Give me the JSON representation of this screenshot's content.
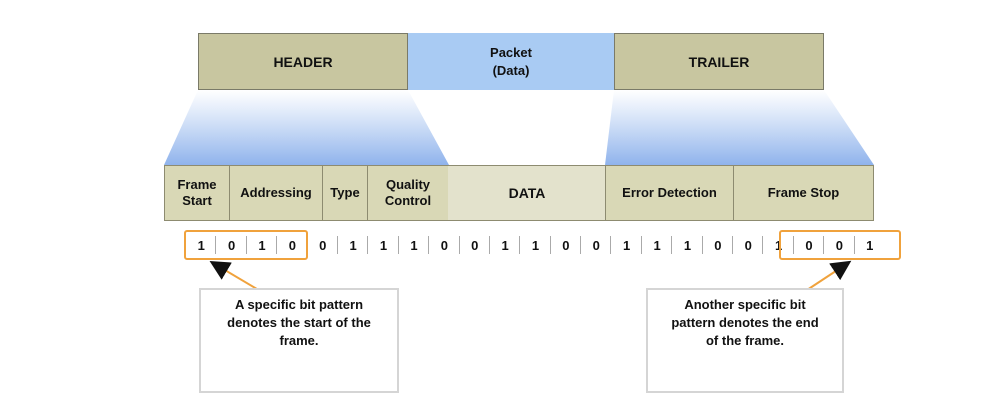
{
  "top_row": {
    "header": "HEADER",
    "packet": "Packet\n(Data)",
    "trailer": "TRAILER"
  },
  "fields": {
    "frame_start": "Frame\nStart",
    "addressing": "Addressing",
    "type": "Type",
    "quality_control": "Quality\nControl",
    "data": "DATA",
    "error_detection": "Error Detection",
    "frame_stop": "Frame Stop"
  },
  "bits": [
    "1",
    "0",
    "1",
    "0",
    "0",
    "1",
    "1",
    "1",
    "0",
    "0",
    "1",
    "1",
    "0",
    "0",
    "1",
    "1",
    "1",
    "0",
    "0",
    "1",
    "0",
    "0",
    "1"
  ],
  "callouts": {
    "start": "A specific bit pattern\ndenotes the start of the\nframe.",
    "end": "Another specific bit\npattern denotes the end\nof the frame."
  },
  "colors": {
    "header_trailer": "#c8c6a0",
    "packet": "#a9cbf3",
    "highlight": "#f0a23c",
    "funnel": "#b9d2f2"
  }
}
